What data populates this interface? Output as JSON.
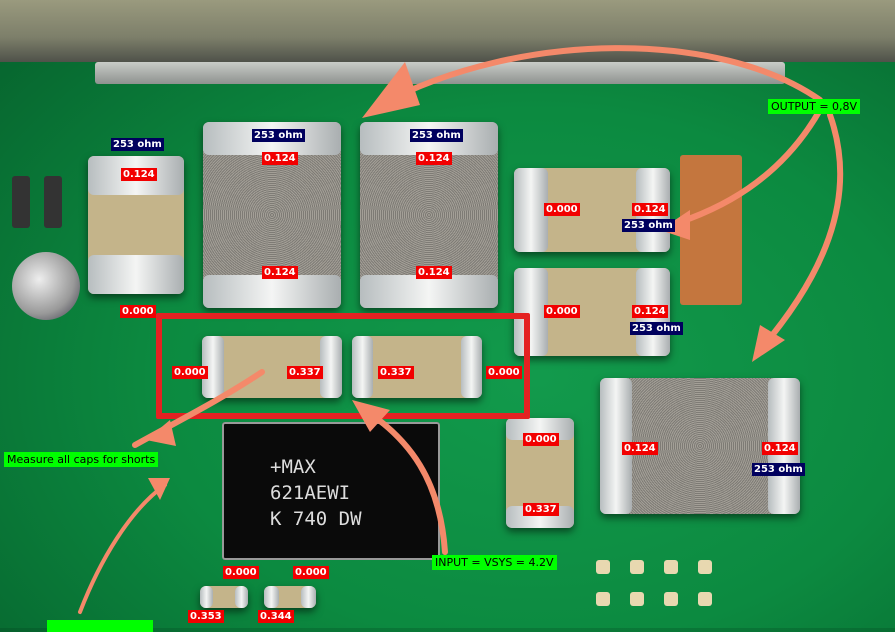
{
  "chip_marking": [
    "+MAX",
    "621AEWI",
    "K 740 DW"
  ],
  "annotations": {
    "output": "OUTPUT = 0,8V",
    "measure": "Measure all caps for shorts",
    "input": "INPUT = VSYS = 4.2V"
  },
  "resistance_labels": [
    "253 ohm",
    "253 ohm",
    "253 ohm",
    "253 ohm",
    "253 ohm",
    "253 ohm"
  ],
  "voltage_labels": [
    "0.124",
    "0.124",
    "0.124",
    "0.124",
    "0.124",
    "0.000",
    "0.124",
    "0.000",
    "0.000",
    "0.124",
    "0.000",
    "0.337",
    "0.337",
    "0.000",
    "0.000",
    "0.124",
    "0.124",
    "0.337",
    "0.000",
    "0.000",
    "0.353",
    "0.344"
  ],
  "colors": {
    "arrow": "#f4896a",
    "highlight_box": "#e42222",
    "measure_label_bg": "#00ff00",
    "ohm_label_bg": "#00005e",
    "volt_label_bg": "#f20000"
  }
}
